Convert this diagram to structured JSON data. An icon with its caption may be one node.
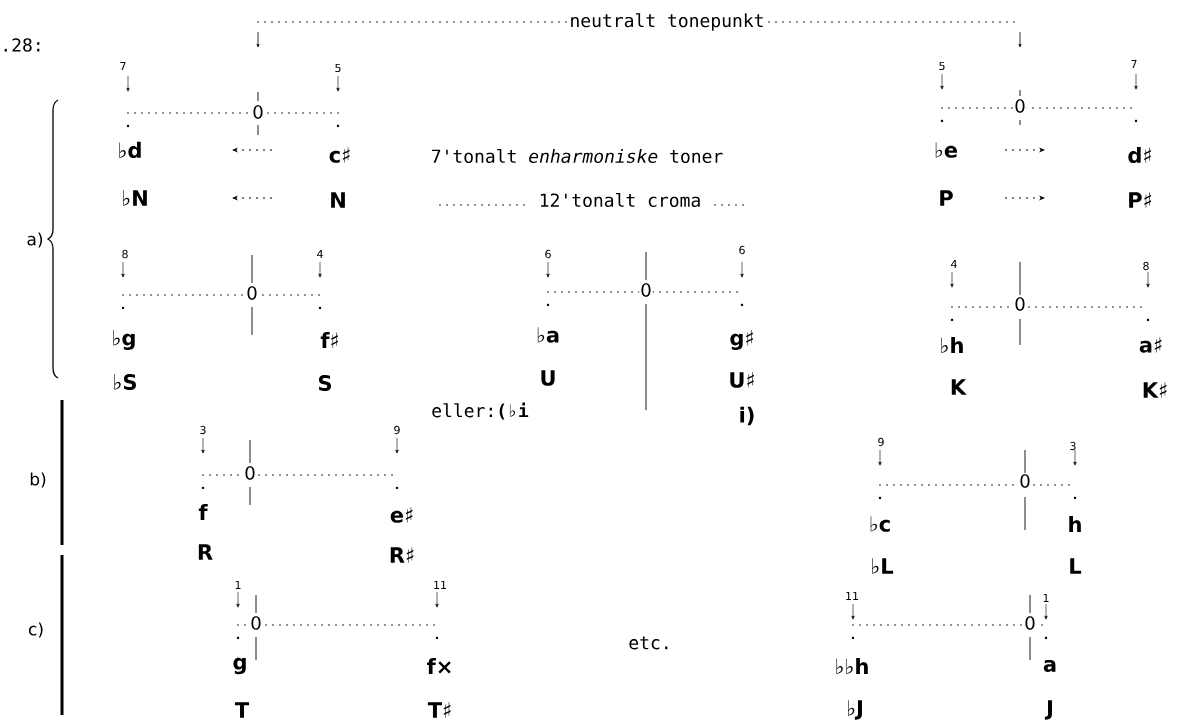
{
  "diagram": {
    "labels": [
      ".28:",
      "neutralt tonepunkt",
      "7",
      "5",
      "5",
      "7",
      "0",
      "0",
      "♭d",
      "c♯",
      "7'tonalt *enharmoniske* toner",
      "♭e",
      "d♯",
      "♭N",
      "N",
      "12'tonalt croma",
      "P",
      "P♯",
      "a)",
      "8",
      "4",
      "6",
      "6",
      "4",
      "8",
      "0",
      "0",
      "0",
      "♭g",
      "f♯",
      "♭a",
      "g♯",
      "♭h",
      "a♯",
      "♭S",
      "S",
      "U",
      "U♯",
      "K",
      "K♯",
      "eller:**(♭i**",
      "i)",
      "3",
      "9",
      "9",
      "3",
      "b)",
      "0",
      "0",
      "f",
      "e♯",
      "♭c",
      "h",
      "R",
      "R♯",
      "♭L",
      "L",
      "1",
      "11",
      "11",
      "1",
      "0",
      "0",
      "c)",
      "etc.",
      "g",
      "f×",
      "♭♭h",
      "a",
      "T",
      "T♯",
      "♭J",
      "J"
    ]
  }
}
